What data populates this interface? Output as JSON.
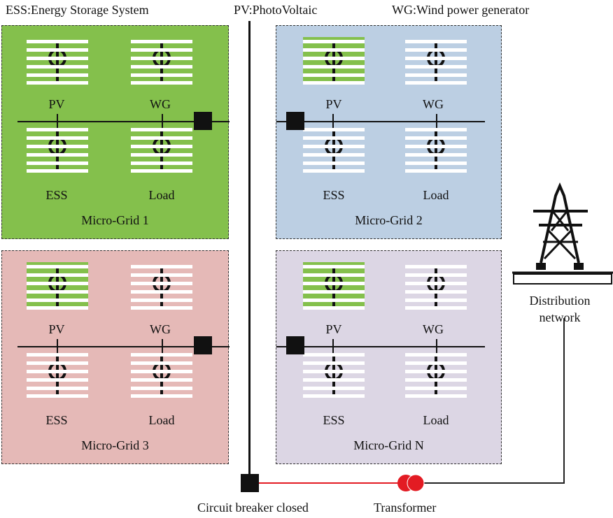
{
  "header": {
    "ess_legend": "ESS:Energy Storage System",
    "pv_legend": "PV:PhotoVoltaic",
    "wg_legend": "WG:Wind power generator"
  },
  "grids": [
    {
      "title": "Micro-Grid 1",
      "color": "#84c04c",
      "pv": "PV",
      "wg": "WG",
      "ess": "ESS",
      "load": "Load"
    },
    {
      "title": "Micro-Grid 2",
      "color": "#bccfe3",
      "pv": "PV",
      "wg": "WG",
      "ess": "ESS",
      "load": "Load"
    },
    {
      "title": "Micro-Grid 3",
      "color": "#e5b9b7",
      "pv": "PV",
      "wg": "WG",
      "ess": "ESS",
      "load": "Load"
    },
    {
      "title": "Micro-Grid N",
      "color": "#dcd6e4",
      "pv": "PV",
      "wg": "WG",
      "ess": "ESS",
      "load": "Load"
    }
  ],
  "network": {
    "distribution_line1": "Distribution",
    "distribution_line2": "network",
    "breaker_label": "Circuit breaker closed",
    "transformer_label": "Transformer",
    "transformer_color": "#e31b23",
    "pv_panel_color": "#84c04c"
  }
}
